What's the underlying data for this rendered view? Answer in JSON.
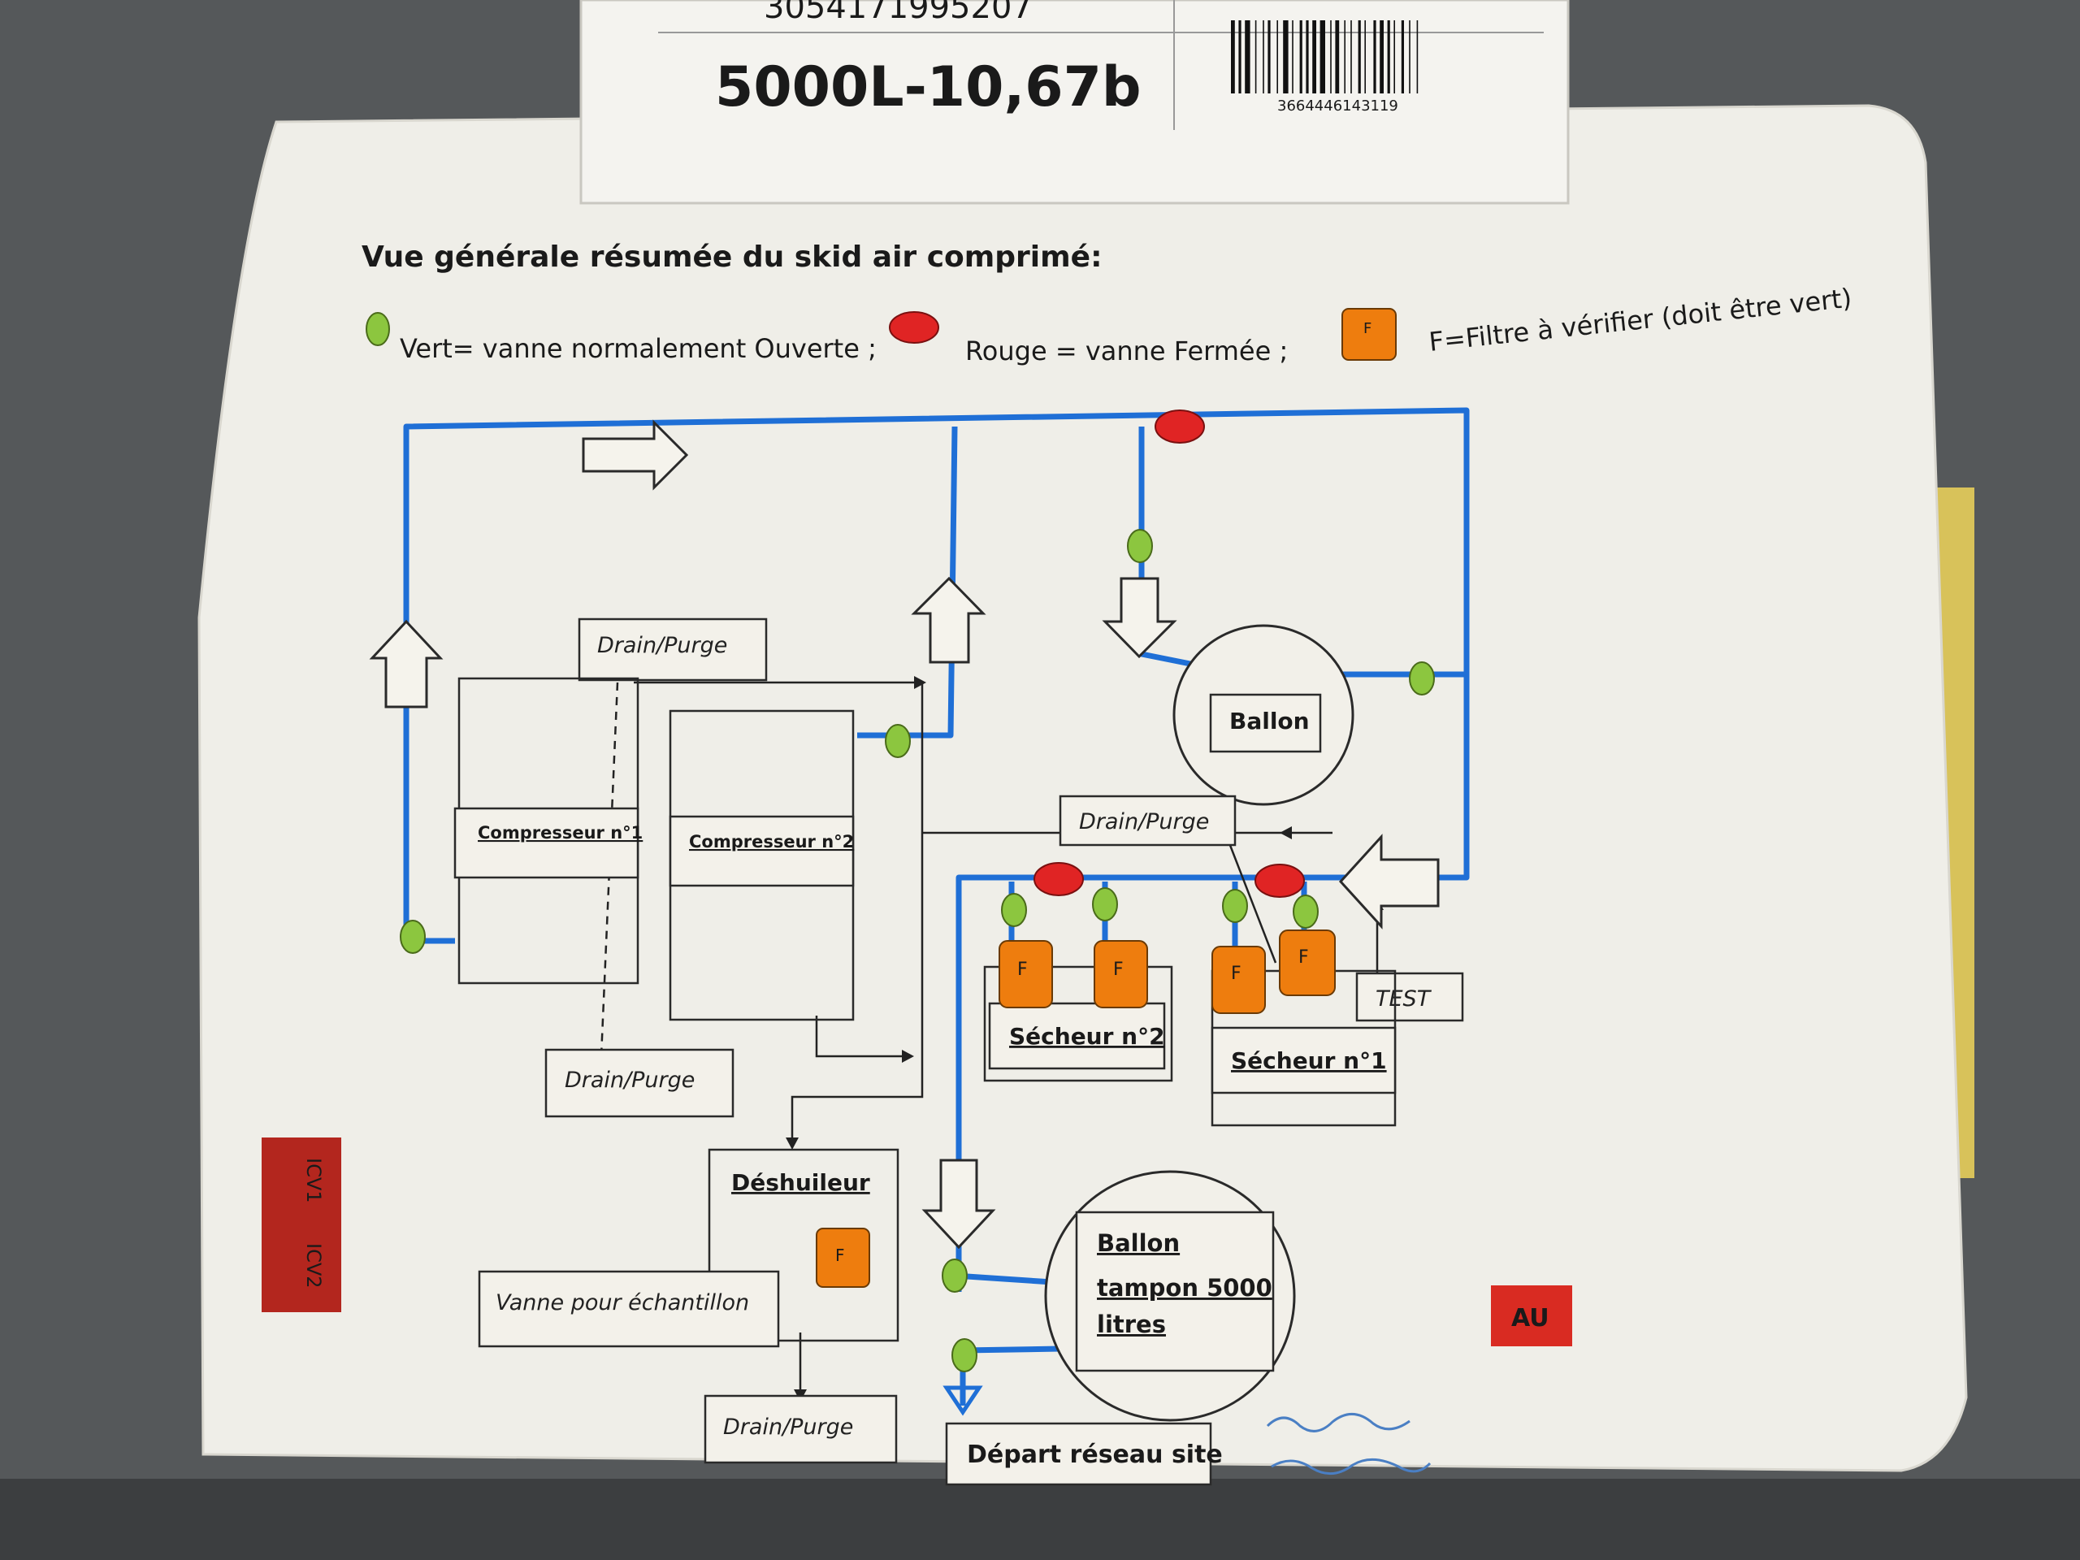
{
  "label_sticker": {
    "serial": "3054171995207",
    "capacity": "5000L-10,67b",
    "barcode_number": "3664446143119"
  },
  "title": "Vue générale résumée du skid air comprimé:",
  "legend": {
    "green": "Vert= vanne normalement Ouverte ;",
    "red": "Rouge = vanne Fermée ;",
    "filter_glyph": "F",
    "filter": "F=Filtre à vérifier (doit être vert)"
  },
  "components": {
    "drain_top": "Drain/Purge",
    "compressor1": "Compresseur n°1",
    "compressor2": "Compresseur n°2",
    "ballon": "Ballon",
    "drain_mid": "Drain/Purge",
    "test": "TEST",
    "secheur2": "Sécheur n°2",
    "secheur1": "Sécheur n°1",
    "drain_bottom_left": "Drain/Purge",
    "deshuileur": "Déshuileur",
    "vanne_echantillon": "Vanne pour échantillon",
    "drain_bottom": "Drain/Purge",
    "ballon_tampon_1": "Ballon",
    "ballon_tampon_2": "tampon 5000",
    "ballon_tampon_3": "litres",
    "depart_reseau": "Départ réseau site"
  },
  "tags": {
    "icv1": "ICV1",
    "icv2": "ICV2",
    "au": "AU"
  },
  "colors": {
    "pipe": "#1f6fd6",
    "valve_open": "#8cc63f",
    "valve_closed": "#e02424",
    "filter": "#ee7d0e",
    "tape": "#d8c25a",
    "tag_red": "#b3261e"
  }
}
